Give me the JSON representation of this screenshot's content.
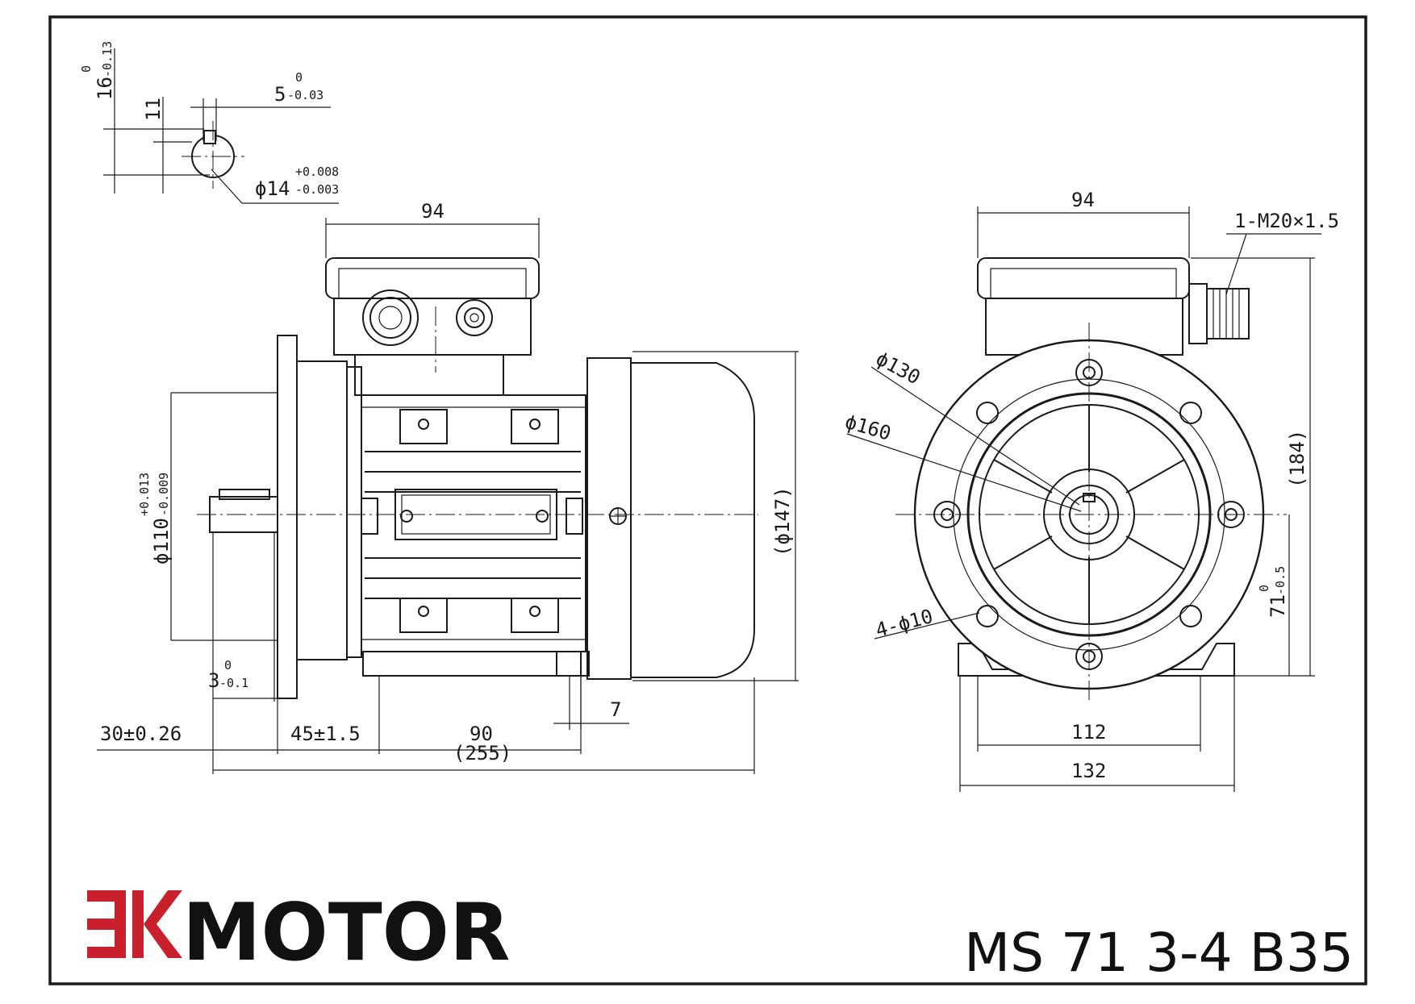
{
  "brand": {
    "mark": "EK",
    "name": "MOTOR",
    "accent": "#c8202c"
  },
  "model": "MS 71 3-4 B35",
  "shaft_section": {
    "key_height": "16",
    "key_height_tol": "0",
    "key_height_tol_low": "-0.13",
    "key_depth": "11",
    "key_width": "5",
    "key_width_tol": "0",
    "key_width_tol_low": "-0.03",
    "diameter": "ϕ14",
    "diameter_tol_high": "+0.008",
    "diameter_tol_low": "-0.003"
  },
  "side_view": {
    "terminal_box_width": "94",
    "spigot_diameter": "ϕ110",
    "spigot_tol_high": "+0.013",
    "spigot_tol_low": "-0.009",
    "body_diameter": "(ϕ147)",
    "flange_thickness": "3",
    "flange_thickness_tol": "0",
    "flange_thickness_tol_low": "-0.1",
    "shaft_length": "30±0.26",
    "flange_to_foot_hole": "45±1.5",
    "foot_hole_spacing": "90",
    "total_length": "(255)",
    "foot_detail": "7"
  },
  "front_view": {
    "terminal_box_width": "94",
    "cable_gland": "1-M20×1.5",
    "pcd_inner": "ϕ130",
    "pcd_outer": "ϕ160",
    "flange_holes": "4-ϕ10",
    "overall_height": "(184)",
    "shaft_height": "71",
    "shaft_height_tol": "0",
    "shaft_height_tol_low": "-0.5",
    "foot_hole_width": "112",
    "foot_width": "132"
  }
}
